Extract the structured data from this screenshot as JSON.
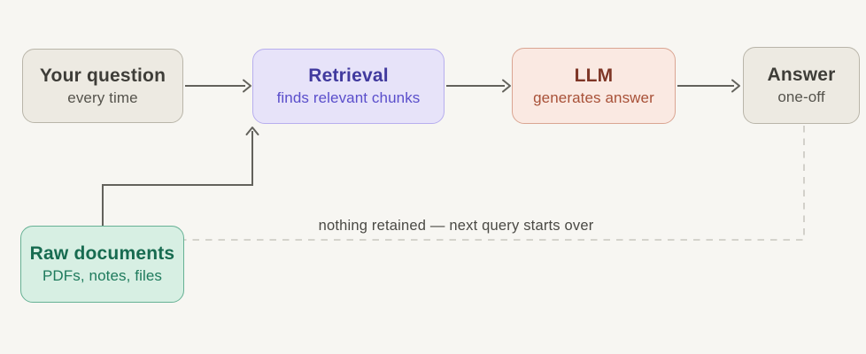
{
  "page": {
    "background": "#f7f6f2"
  },
  "diagram": {
    "nodes": {
      "question": {
        "title": "Your question",
        "subtitle": "every time",
        "bg": "#edeae2",
        "border": "#b9b5a9",
        "title_color": "#3e3d38",
        "subtitle_color": "#55534c"
      },
      "retrieval": {
        "title": "Retrieval",
        "subtitle": "finds relevant chunks",
        "bg": "#e7e3f9",
        "border": "#b7aeee",
        "title_color": "#413a9e",
        "subtitle_color": "#5a4ecb"
      },
      "llm": {
        "title": "LLM",
        "subtitle": "generates answer",
        "bg": "#fae9e2",
        "border": "#daa592",
        "title_color": "#7e3626",
        "subtitle_color": "#a85138"
      },
      "answer": {
        "title": "Answer",
        "subtitle": "one-off",
        "bg": "#edeae2",
        "border": "#b9b5a9",
        "title_color": "#3e3d38",
        "subtitle_color": "#55534c"
      },
      "raw_documents": {
        "title": "Raw documents",
        "subtitle": "PDFs, notes, files",
        "bg": "#d7efe3",
        "border": "#66b194",
        "title_color": "#176b50",
        "subtitle_color": "#1e7a5c"
      }
    },
    "edges": {
      "feedback_label": "nothing retained — next query starts over",
      "solid_arrow_color": "#63625c",
      "dashed_line_color": "#c9c7c0",
      "label_color": "#4a4944"
    }
  }
}
